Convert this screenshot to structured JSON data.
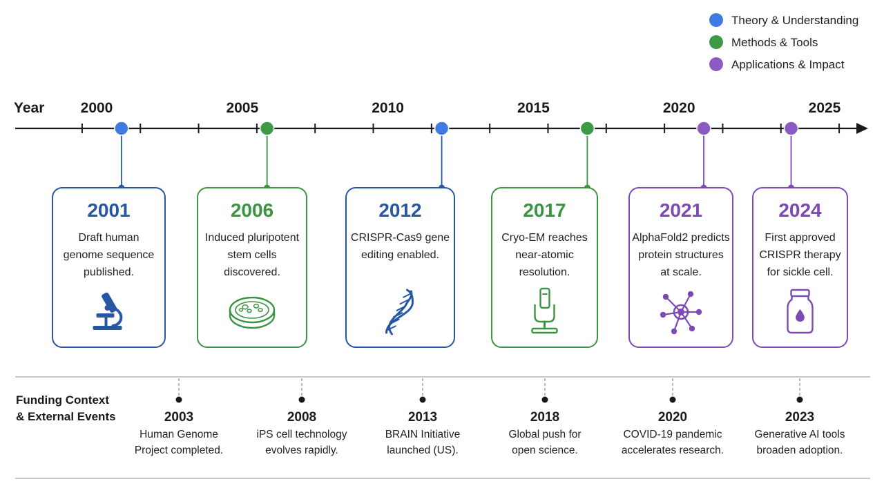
{
  "colors": {
    "theory": "#2756a5",
    "methods": "#3a9441",
    "applications": "#7b4ab4",
    "theory_dot": "#3f7be0",
    "methods_dot": "#3d9a45",
    "applications_dot": "#8a5cc2",
    "axis": "#1a1a1a",
    "divider": "#c8c8c8"
  },
  "legend": [
    {
      "label": "Theory & Understanding",
      "category": "theory"
    },
    {
      "label": "Methods & Tools",
      "category": "methods"
    },
    {
      "label": "Applications & Impact",
      "category": "applications"
    }
  ],
  "timeline": {
    "axis_title": "Year",
    "axis_years": [
      2000,
      2025
    ],
    "year_labels": [
      "2000",
      "2005",
      "2010",
      "2015",
      "2020",
      "2025"
    ]
  },
  "milestones": [
    {
      "year": "2001",
      "category": "theory",
      "lines": [
        "Draft human",
        "genome sequence",
        "published."
      ],
      "icon": "microscope-icon"
    },
    {
      "year": "2006",
      "category": "methods",
      "lines": [
        "Induced pluripotent",
        "stem cells",
        "discovered."
      ],
      "icon": "petri-dish-icon"
    },
    {
      "year": "2012",
      "category": "theory",
      "lines": [
        "CRISPR-Cas9 gene",
        "editing enabled."
      ],
      "icon": "dna-icon"
    },
    {
      "year": "2017",
      "category": "methods",
      "lines": [
        "Cryo-EM reaches",
        "near-atomic",
        "resolution."
      ],
      "icon": "cryo-em-microscope-icon"
    },
    {
      "year": "2021",
      "category": "applications",
      "lines": [
        "AlphaFold2 predicts",
        "protein structures",
        "at scale."
      ],
      "icon": "molecule-network-icon"
    },
    {
      "year": "2024",
      "category": "applications",
      "lines": [
        "First approved",
        "CRISPR therapy",
        "for sickle cell."
      ],
      "icon": "medicine-bottle-icon"
    }
  ],
  "context": {
    "title_lines": [
      "Funding Context",
      "& External Events"
    ],
    "events": [
      {
        "year": "2003",
        "lines": [
          "Human Genome",
          "Project completed."
        ]
      },
      {
        "year": "2008",
        "lines": [
          "iPS cell technology",
          "evolves rapidly."
        ]
      },
      {
        "year": "2013",
        "lines": [
          "BRAIN Initiative",
          "launched (US)."
        ]
      },
      {
        "year": "2018",
        "lines": [
          "Global push for",
          "open science."
        ]
      },
      {
        "year": "2020",
        "lines": [
          "COVID-19 pandemic",
          "accelerates research."
        ]
      },
      {
        "year": "2023",
        "lines": [
          "Generative AI tools",
          "broaden adoption."
        ]
      }
    ]
  }
}
